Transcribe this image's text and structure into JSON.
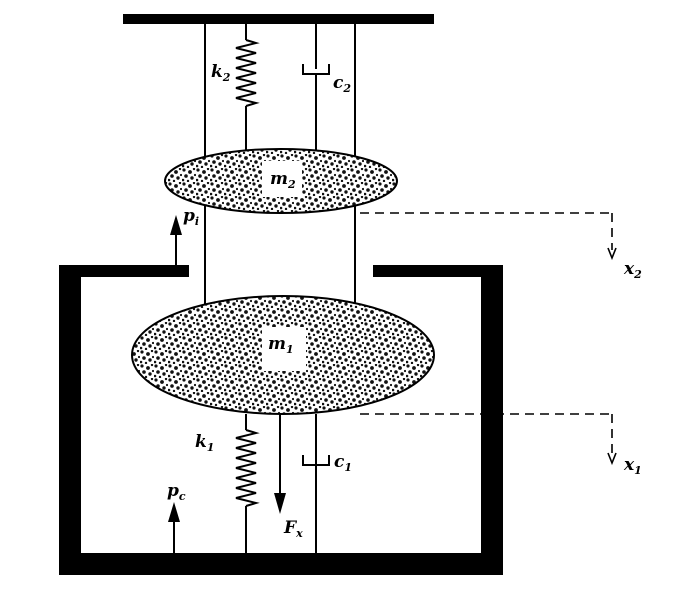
{
  "labels": {
    "k2": {
      "main": "k",
      "sub": "2"
    },
    "c2": {
      "main": "c",
      "sub": "2"
    },
    "m2": {
      "main": "m",
      "sub": "2"
    },
    "pi": {
      "main": "p",
      "sub": "i"
    },
    "x2": {
      "main": "x",
      "sub": "2"
    },
    "m1": {
      "main": "m",
      "sub": "1"
    },
    "k1": {
      "main": "k",
      "sub": "1"
    },
    "c1": {
      "main": "c",
      "sub": "1"
    },
    "x1": {
      "main": "x",
      "sub": "1"
    },
    "pc": {
      "main": "p",
      "sub": "c"
    },
    "fx": {
      "main": "F",
      "sub": "x"
    }
  },
  "colors": {
    "line": "#000000",
    "mass_fill": "#d9d9d9",
    "background": "#ffffff"
  }
}
